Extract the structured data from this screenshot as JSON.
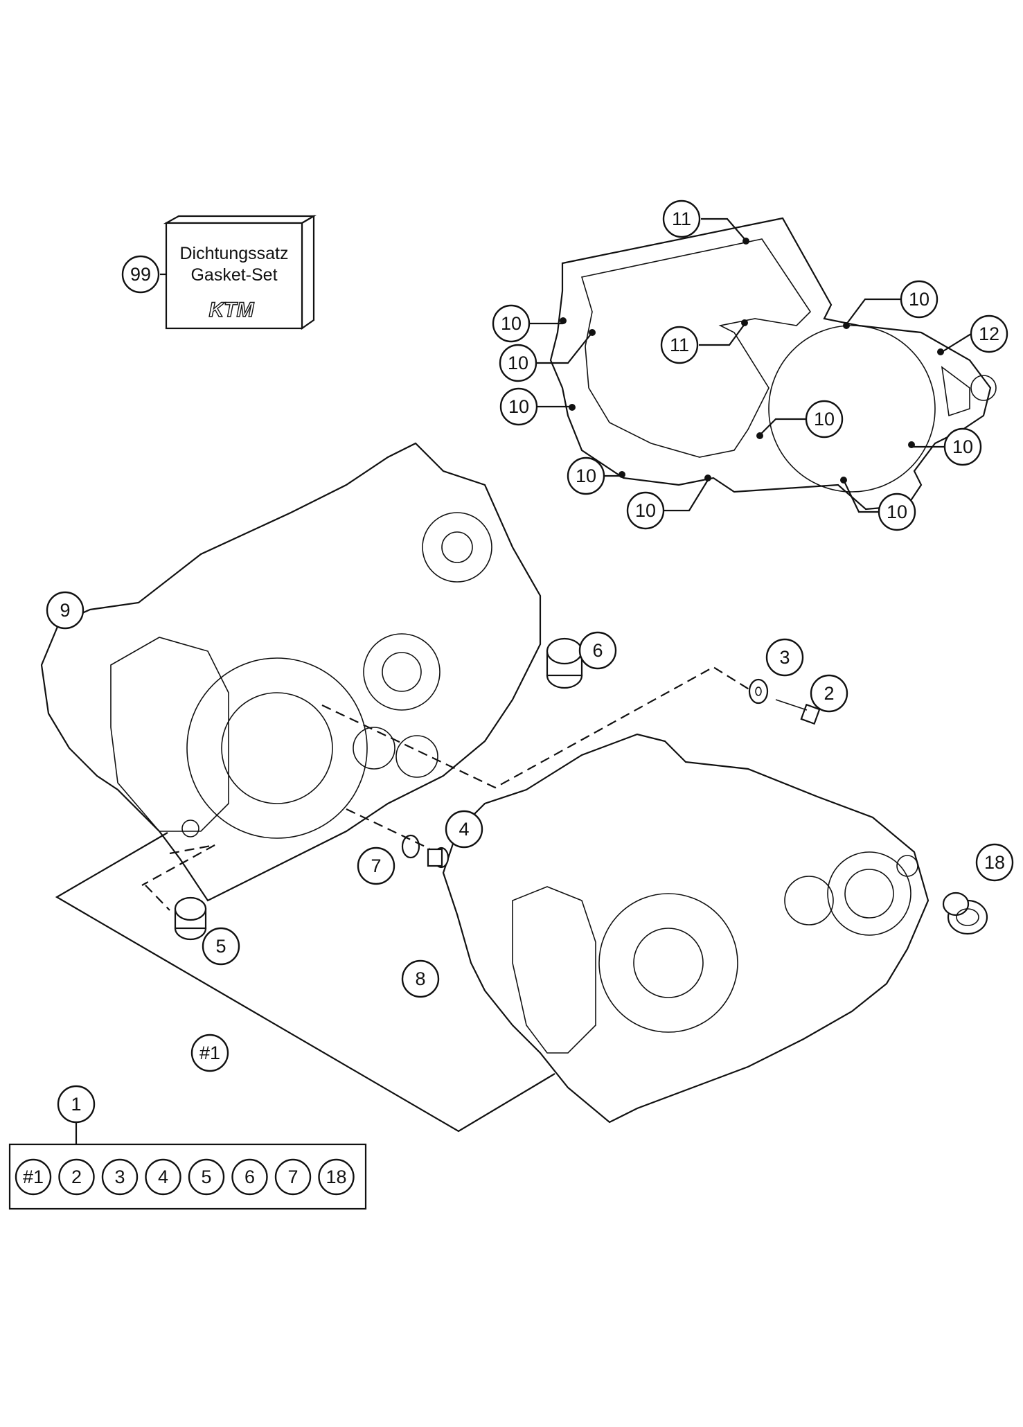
{
  "kit_box": {
    "line1": "Dichtungssatz",
    "line2": "Gasket-Set",
    "logo": "KTM"
  },
  "callouts": {
    "c99": "99",
    "c11a": "11",
    "c11b": "11",
    "c10a": "10",
    "c10b": "10",
    "c10c": "10",
    "c10d": "10",
    "c10e": "10",
    "c10f": "10",
    "c10g": "10",
    "c10h": "10",
    "c10i": "10",
    "c12": "12",
    "c9": "9",
    "c6": "6",
    "c3": "3",
    "c2": "2",
    "c4": "4",
    "c7": "7",
    "c5": "5",
    "c8": "8",
    "c18": "18",
    "cHash1": "#1",
    "c1": "1"
  },
  "kit_list": [
    "#1",
    "2",
    "3",
    "4",
    "5",
    "6",
    "7",
    "18"
  ]
}
